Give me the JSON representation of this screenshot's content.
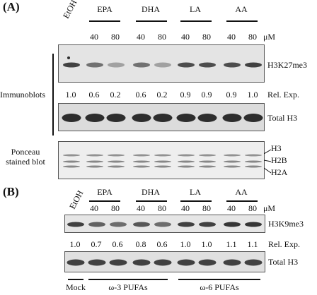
{
  "panelA": {
    "label": "(A)",
    "control": "EtOH",
    "groups": [
      "EPA",
      "DHA",
      "LA",
      "AA"
    ],
    "doses": [
      "40",
      "80",
      "40",
      "80",
      "40",
      "80",
      "40",
      "80"
    ],
    "unit": "μM",
    "blot1_label": "H3K27me3",
    "immunoblots_label": "Immunoblots",
    "rel_exp_label": "Rel. Exp.",
    "rel_exp_values": [
      "1.0",
      "0.6",
      "0.2",
      "0.6",
      "0.2",
      "0.9",
      "0.9",
      "0.9",
      "1.0"
    ],
    "blot2_label": "Total H3",
    "ponceau_label_line1": "Ponceau",
    "ponceau_label_line2": "stained blot",
    "histone_labels": [
      "H3",
      "H2B",
      "H2A"
    ],
    "band_intensity_h3k27me3": [
      1.0,
      0.6,
      0.2,
      0.6,
      0.2,
      0.9,
      0.9,
      0.9,
      1.0
    ]
  },
  "panelB": {
    "label": "(B)",
    "control": "EtOH",
    "groups": [
      "EPA",
      "DHA",
      "LA",
      "AA"
    ],
    "doses": [
      "40",
      "80",
      "40",
      "80",
      "40",
      "80",
      "40",
      "80"
    ],
    "unit": "μM",
    "blot1_label": "H3K9me3",
    "rel_exp_label": "Rel. Exp.",
    "rel_exp_values": [
      "1.0",
      "0.7",
      "0.6",
      "0.8",
      "0.6",
      "1.0",
      "1.0",
      "1.1",
      "1.1"
    ],
    "blot2_label": "Total H3",
    "bottom_groups": [
      "Mock",
      "ω-3 PUFAs",
      "ω-6 PUFAs"
    ],
    "band_intensity_h3k9me3": [
      1.0,
      0.7,
      0.6,
      0.8,
      0.6,
      1.0,
      1.0,
      1.1,
      1.1
    ]
  }
}
